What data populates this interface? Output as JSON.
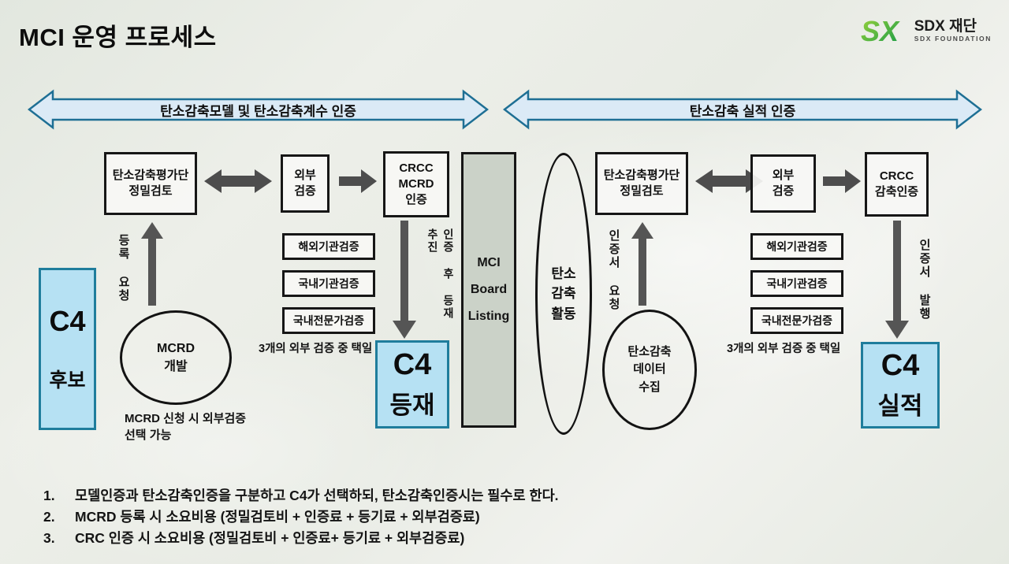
{
  "title": "MCI 운영 프로세스",
  "logo": {
    "mark": "SDX",
    "name_ko": "SDX 재단",
    "name_en": "SDX FOUNDATION"
  },
  "banners": {
    "left": "탄소감축모델 및 탄소감축계수 인증",
    "right": "탄소감축 실적 인증"
  },
  "left_flow": {
    "candidate": {
      "top": "C4",
      "bottom": "후보"
    },
    "register_request": "등록 요청",
    "mcrd_ellipse": {
      "line1": "MCRD",
      "line2": "개발"
    },
    "mcrd_note_line1": "MCRD 신청 시 외부검증",
    "mcrd_note_line2": "선택 가능",
    "review_box": {
      "line1": "탄소감축평가단",
      "line2": "정밀검토"
    },
    "external_box": {
      "line1": "외부",
      "line2": "검증"
    },
    "crcc_box": {
      "line1": "CRCC",
      "line2": "MCRD",
      "line3": "인증"
    },
    "verify_options": [
      "해외기관검증",
      "국내기관검증",
      "국내전문가검증"
    ],
    "options_note": "3개의 외부 검증 중 택일",
    "listing_label": "인증 후 등재 추진",
    "listed": {
      "top": "C4",
      "bottom": "등재"
    }
  },
  "board": {
    "line1": "MCI",
    "line2": "Board",
    "line3": "Listing"
  },
  "activity_ellipse": {
    "line1": "탄소",
    "line2": "감축",
    "line3": "활동"
  },
  "right_flow": {
    "cert_request": "인증서 요청",
    "data_ellipse": {
      "line1": "탄소감축",
      "line2": "데이터",
      "line3": "수집"
    },
    "review_box": {
      "line1": "탄소감축평가단",
      "line2": "정밀검토"
    },
    "external_box": {
      "line1": "외부",
      "line2": "검증"
    },
    "crcc_box": {
      "line1": "CRCC",
      "line2": "감축인증"
    },
    "verify_options": [
      "해외기관검증",
      "국내기관검증",
      "국내전문가검증"
    ],
    "options_note": "3개의 외부 검증 중 택일",
    "issue_label": "인증서 발행",
    "result": {
      "top": "C4",
      "bottom": "실적"
    }
  },
  "notes": [
    {
      "num": "1.",
      "text": "모델인증과 탄소감축인증을 구분하고 C4가 선택하되, 탄소감축인증시는 필수로 한다."
    },
    {
      "num": "2.",
      "text": "MCRD 등록 시 소요비용 (정밀검토비 + 인증료 + 등기료 + 외부검증료)"
    },
    {
      "num": "3.",
      "text": "CRC 인증 시 소요비용 (정밀검토비 + 인증료+ 등기료 + 외부검증료)"
    }
  ],
  "colors": {
    "banner_fill": "#dbeaf6",
    "banner_border": "#1e6f94",
    "c4_fill": "#b6e1f3",
    "c4_border": "#1f7d9c",
    "box_border": "#161616",
    "arrow_dark": "#4d4d4d",
    "board_fill": "#cbd2c8",
    "logo_green_light": "#8dc63f",
    "logo_green_dark": "#1e9e4a"
  }
}
